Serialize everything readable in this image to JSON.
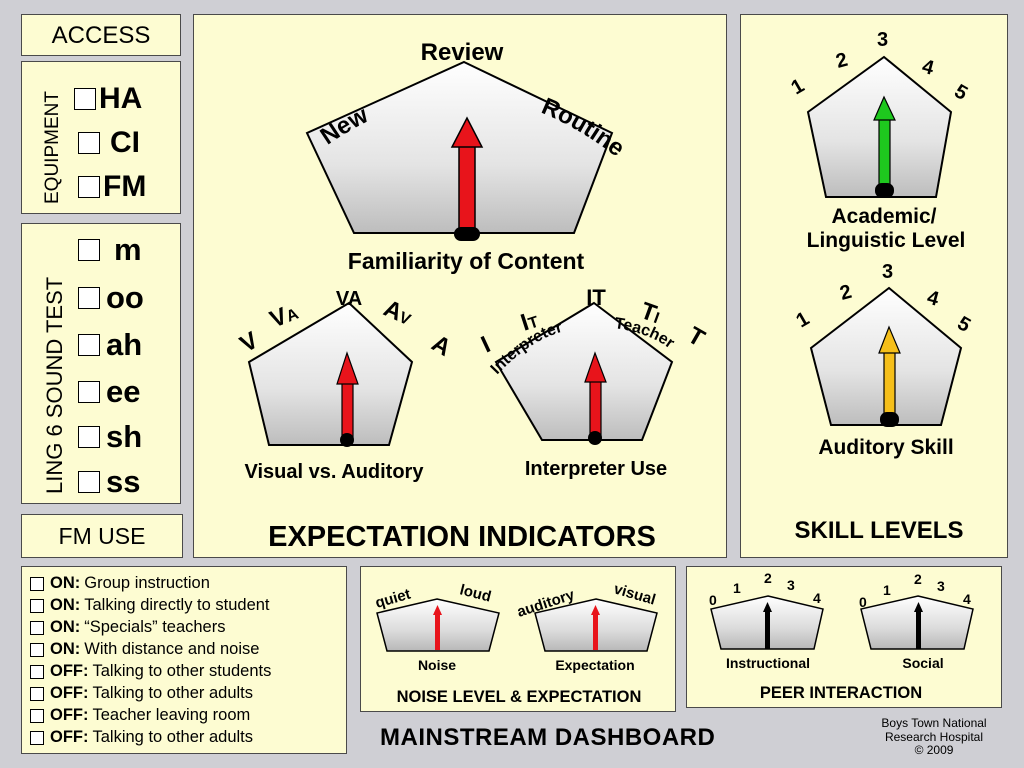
{
  "access": {
    "title": "ACCESS"
  },
  "equipment": {
    "title": "EQUIPMENT",
    "items": [
      "HA",
      "CI",
      "FM"
    ]
  },
  "ling": {
    "title": "LING 6 SOUND TEST",
    "items": [
      "m",
      "oo",
      "ah",
      "ee",
      "sh",
      "ss"
    ]
  },
  "fm_use": {
    "title": "FM USE"
  },
  "expectation": {
    "title": "EXPECTATION INDICATORS",
    "familiarity": {
      "review": "Review",
      "new": "New",
      "routine": "Routine",
      "caption": "Familiarity of Content",
      "needle_color": "#e8141b"
    },
    "visual_auditory": {
      "v": "V",
      "va_big": "V",
      "va_small": "A",
      "va_top": "VA",
      "av_big": "A",
      "av_small": "V",
      "a": "A",
      "caption": "Visual vs. Auditory",
      "needle_color": "#e8141b"
    },
    "interpreter": {
      "i": "I",
      "it_big": "I",
      "it_small": "T",
      "it_top": "IT",
      "ti_big": "T",
      "ti_small": "I",
      "t": "T",
      "interpreter_label": "Interpreter",
      "teacher_label": "Teacher",
      "caption": "Interpreter Use",
      "needle_color": "#e8141b"
    }
  },
  "skill": {
    "title": "SKILL LEVELS",
    "scale": [
      "1",
      "2",
      "3",
      "4",
      "5"
    ],
    "academic": {
      "caption_line1": "Academic/",
      "caption_line2": "Linguistic Level",
      "needle_color": "#1ec81e"
    },
    "auditory": {
      "caption": "Auditory Skill",
      "needle_color": "#f5bf1a"
    }
  },
  "fm_status": {
    "rows": [
      {
        "state": "ON:",
        "text": "Group instruction"
      },
      {
        "state": "ON:",
        "text": "Talking directly to student"
      },
      {
        "state": "ON:",
        "text": "“Specials” teachers"
      },
      {
        "state": "ON:",
        "text": "With distance and noise"
      },
      {
        "state": "OFF:",
        "text": "Talking to other students"
      },
      {
        "state": "OFF:",
        "text": "Talking to other adults"
      },
      {
        "state": "OFF:",
        "text": "Teacher leaving room"
      },
      {
        "state": "OFF:",
        "text": "Talking to other adults"
      }
    ]
  },
  "noise": {
    "title": "NOISE LEVEL & EXPECTATION",
    "noise": {
      "left": "quiet",
      "right": "loud",
      "caption": "Noise",
      "needle_color": "#e8141b"
    },
    "expectation": {
      "left": "auditory",
      "right": "visual",
      "caption": "Expectation",
      "needle_color": "#e8141b"
    }
  },
  "peer": {
    "title": "PEER INTERACTION",
    "scale": [
      "0",
      "1",
      "2",
      "3",
      "4"
    ],
    "instructional": {
      "caption": "Instructional",
      "needle_color": "#000000"
    },
    "social": {
      "caption": "Social",
      "needle_color": "#000000"
    }
  },
  "footer": {
    "title": "MAINSTREAM DASHBOARD",
    "credit_line1": "Boys Town National",
    "credit_line2": "Research Hospital",
    "credit_line3": "© 2009"
  }
}
